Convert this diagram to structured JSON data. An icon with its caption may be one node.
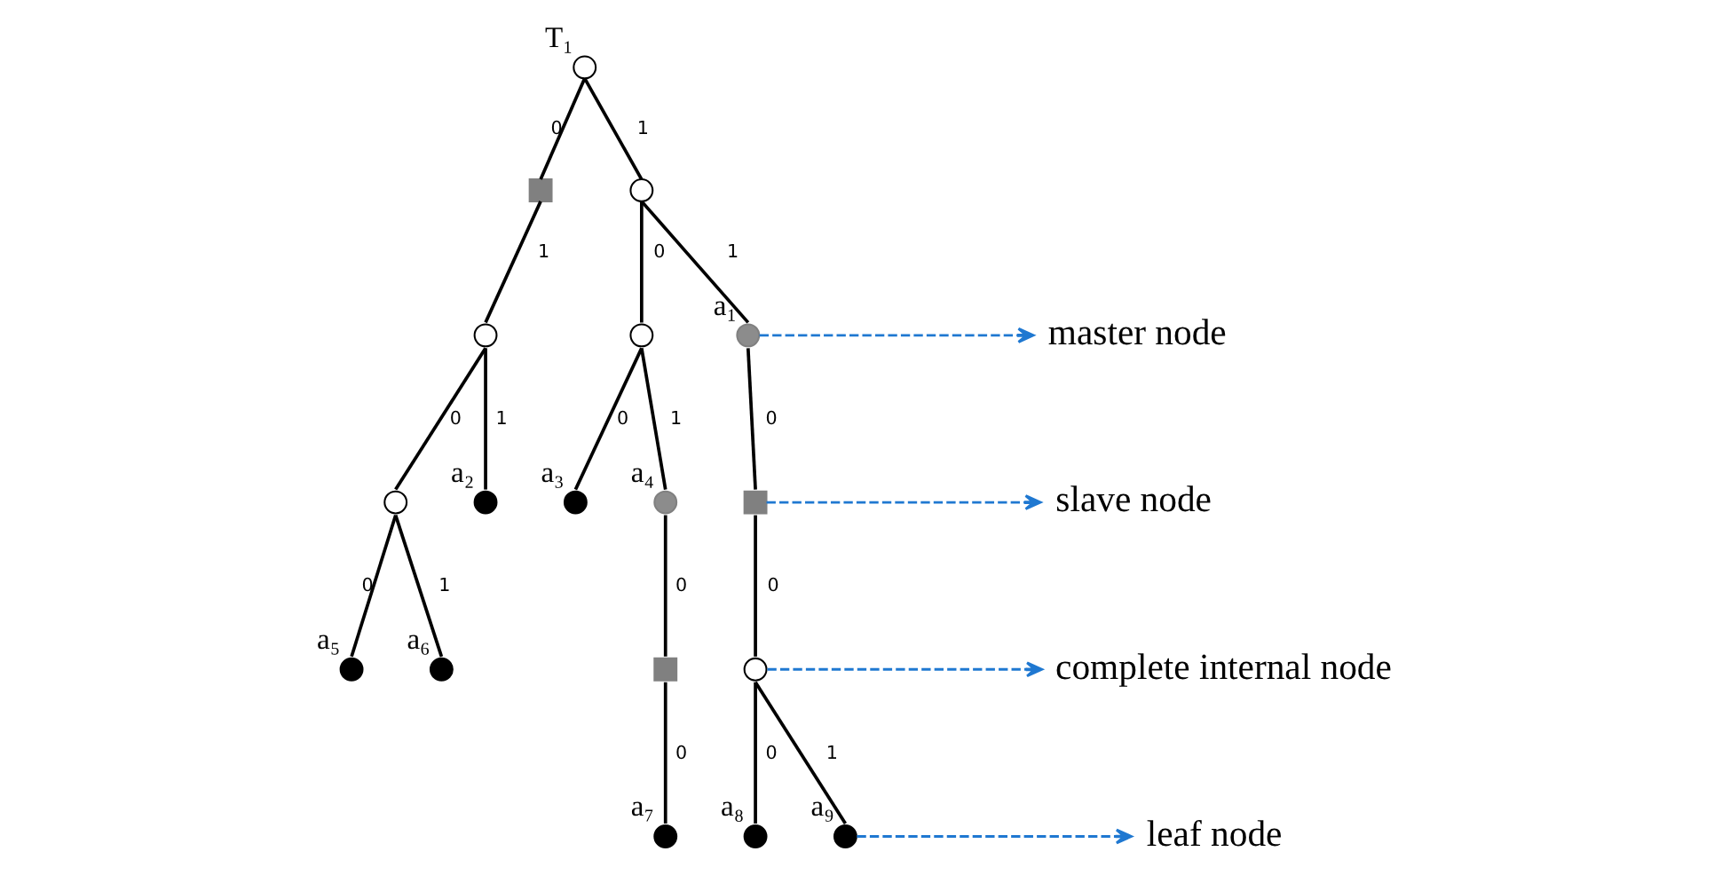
{
  "diagram": {
    "nodes": [
      {
        "text": [],
        "shape": "circle",
        "beside": [
          "T₁"
        ]
      },
      {
        "text": [],
        "shape": "box"
      },
      {
        "text": [],
        "shape": "circle"
      },
      {
        "text": [],
        "shape": "circle"
      },
      {
        "text": [],
        "shape": "circle"
      },
      {
        "text": [],
        "shape": "circle",
        "beside": [
          "a₁"
        ]
      },
      {
        "text": [
          "master node"
        ]
      },
      {
        "text": [],
        "shape": "circle"
      },
      {
        "text": [],
        "shape": "circle",
        "beside": [
          "a₂"
        ]
      },
      {
        "text": [],
        "shape": "circle",
        "beside": [
          "a₃"
        ]
      },
      {
        "text": [],
        "shape": "circle",
        "beside": [
          "a₄"
        ]
      },
      {
        "text": [],
        "shape": "box"
      },
      {
        "text": [
          "slave node"
        ]
      },
      {
        "text": [],
        "shape": "circle",
        "beside": [
          "a₅"
        ]
      },
      {
        "text": [],
        "shape": "circle",
        "beside": [
          "a₆"
        ]
      },
      {
        "text": [],
        "shape": "box"
      },
      {
        "text": [],
        "shape": "circle"
      },
      {
        "text": [
          "complete internal node"
        ]
      },
      {
        "text": [],
        "shape": "circle",
        "beside": [
          "a₇"
        ]
      },
      {
        "text": [],
        "shape": "circle",
        "beside": [
          "a₈"
        ]
      },
      {
        "text": [],
        "shape": "circle",
        "beside": [
          "a₉"
        ]
      },
      {
        "text": [
          "leaf node"
        ]
      }
    ],
    "edges": [
      {
        "from": 0,
        "to": 1,
        "arrow": "none",
        "label": "0"
      },
      {
        "from": 0,
        "to": 2,
        "arrow": "none",
        "label": "1"
      },
      {
        "from": 1,
        "to": 3,
        "arrow": "none",
        "label": "1"
      },
      {
        "from": 3,
        "to": 7,
        "arrow": "none",
        "label": "0"
      },
      {
        "from": 3,
        "to": 8,
        "arrow": "none",
        "label": "1"
      },
      {
        "from": 7,
        "to": 13,
        "arrow": "none",
        "label": "0"
      },
      {
        "from": 7,
        "to": 14,
        "arrow": "none",
        "label": "1"
      },
      {
        "from": 2,
        "to": 4,
        "arrow": "none",
        "label": "0"
      },
      {
        "from": 2,
        "to": 5,
        "arrow": "none",
        "label": "1"
      },
      {
        "from": 4,
        "to": 9,
        "arrow": "none",
        "label": "0"
      },
      {
        "from": 4,
        "to": 10,
        "arrow": "none",
        "label": "1"
      },
      {
        "from": 10,
        "to": 15,
        "arrow": "none",
        "label": "0"
      },
      {
        "from": 15,
        "to": 18,
        "arrow": "none",
        "label": "0"
      },
      {
        "from": 5,
        "to": 11,
        "arrow": "none",
        "label": "0"
      },
      {
        "from": 11,
        "to": 16,
        "arrow": "none",
        "label": "0"
      },
      {
        "from": 16,
        "to": 19,
        "arrow": "none",
        "label": "0"
      },
      {
        "from": 16,
        "to": 20,
        "arrow": "none",
        "label": "1"
      },
      {
        "from": 5,
        "to": 6,
        "arrow": "to",
        "style": "dashed",
        "color": "#1f78d1"
      },
      {
        "from": 11,
        "to": 12,
        "arrow": "to",
        "style": "dashed",
        "color": "#1f78d1"
      },
      {
        "from": 16,
        "to": 17,
        "arrow": "to",
        "style": "dashed",
        "color": "#1f78d1"
      },
      {
        "from": 20,
        "to": 21,
        "arrow": "to",
        "style": "dashed",
        "color": "#1f78d1"
      }
    ]
  }
}
